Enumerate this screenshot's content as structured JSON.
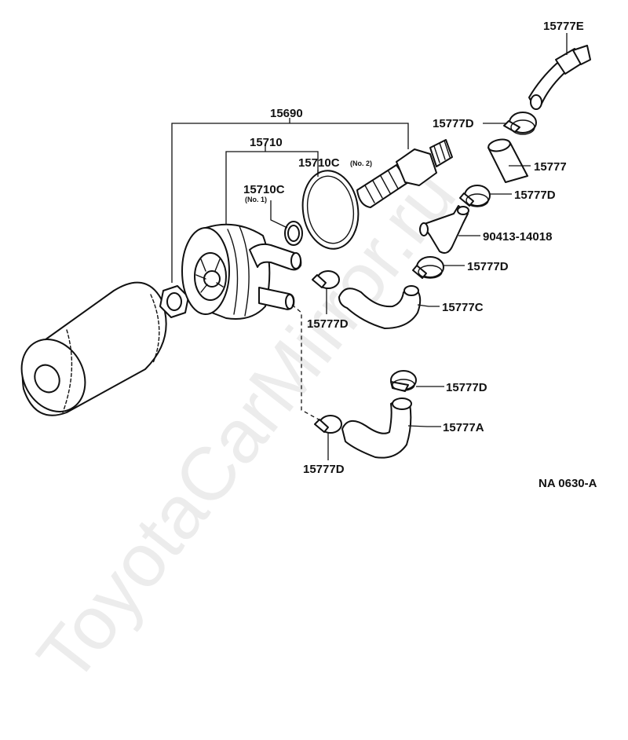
{
  "watermark": "ToyotaCarMirror.ru",
  "labels": {
    "p15690": "15690",
    "p15710": "15710",
    "p15710c_a": "15710C",
    "p15710c_b": "15710C",
    "no1": "(No. 1)",
    "no2": "(No. 2)",
    "p15777e": "15777E",
    "p15777d": "15777D",
    "p15777": "15777",
    "p90413": "90413-14018",
    "p15777c": "15777C",
    "p15777a": "15777A",
    "diagram_code": "NA 0630-A"
  }
}
